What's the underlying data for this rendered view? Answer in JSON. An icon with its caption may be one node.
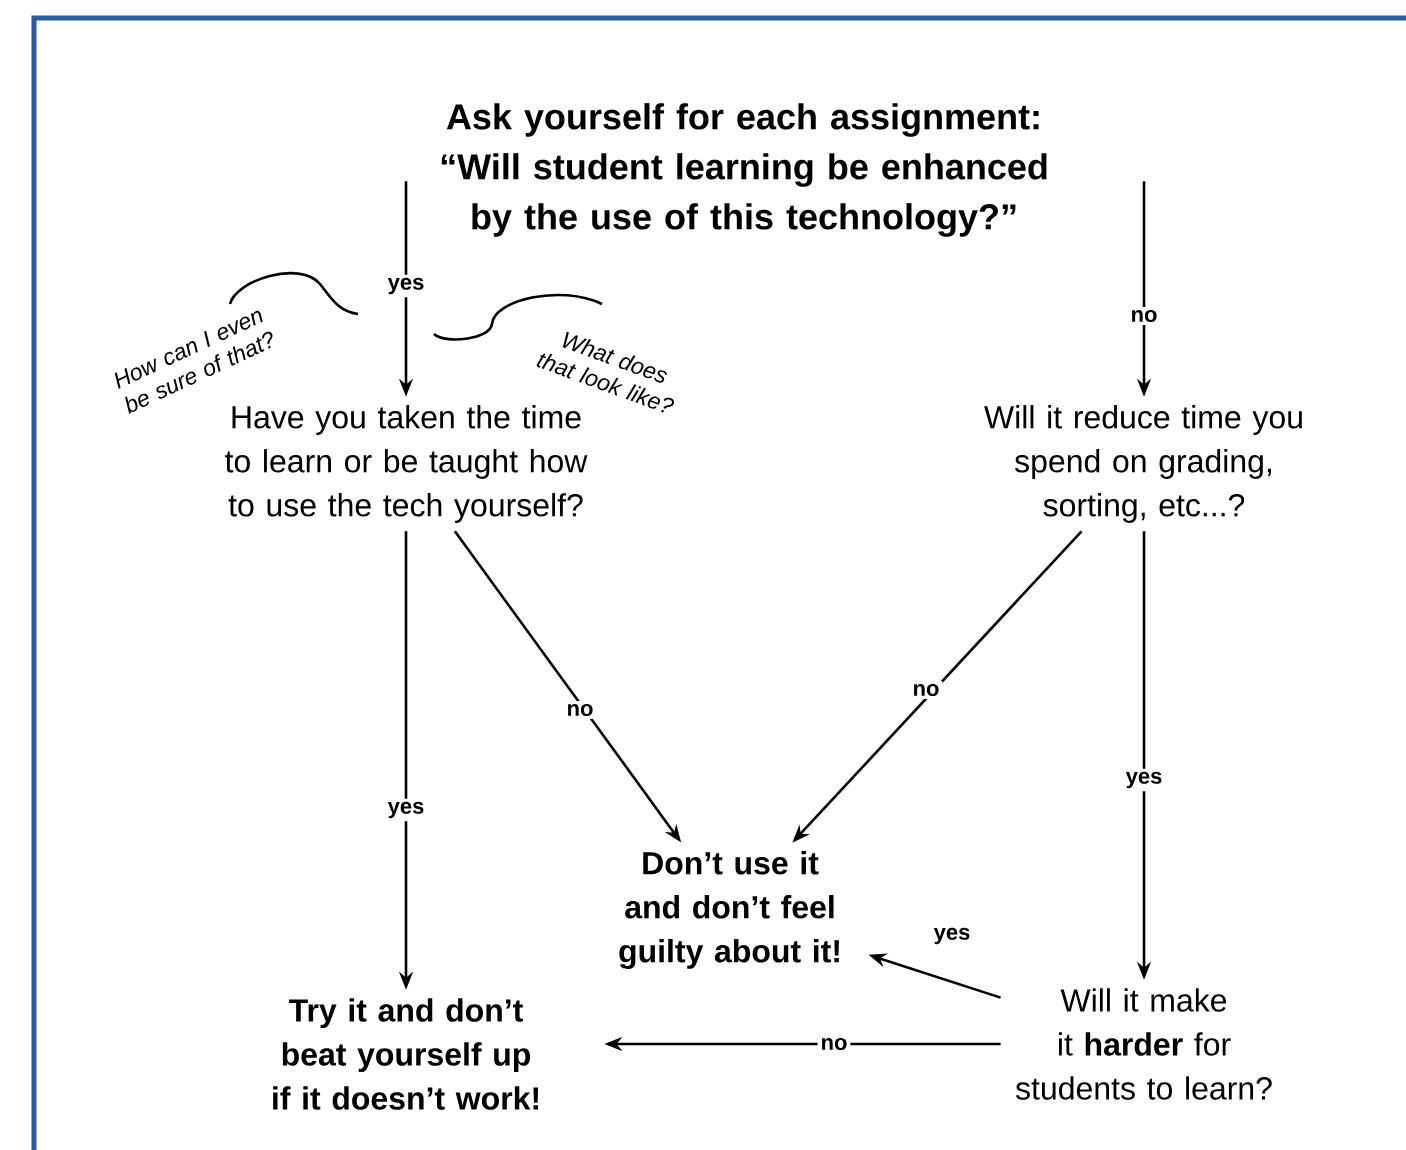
{
  "diagram": {
    "nodes": [
      {
        "text": [
          "Ask yourself for each assignment: “Will student learning be enhanced by the use of this technology?”"
        ]
      },
      {
        "text": [
          "Have you taken the time to learn or be taught how to use the tech yourself?"
        ]
      },
      {
        "text": [
          "Will it reduce time you spend on grading, sorting, etc...?"
        ]
      },
      {
        "text": [
          "Don’t use it and don’t feel guilty about it!"
        ]
      },
      {
        "text": [
          "Try it and don’t beat yourself up if it doesn’t work!"
        ]
      },
      {
        "text": [
          "Will it make it **harder** for students to learn?"
        ]
      }
    ],
    "edges": [
      {
        "from": 0,
        "to": 1,
        "arrow": "to",
        "label": "yes"
      },
      {
        "from": 0,
        "to": 2,
        "arrow": "to",
        "label": "no"
      },
      {
        "from": 1,
        "to": 3,
        "arrow": "to",
        "label": "no"
      },
      {
        "from": 2,
        "to": 3,
        "arrow": "to",
        "label": "no"
      },
      {
        "from": 1,
        "to": 4,
        "arrow": "to",
        "label": "yes"
      },
      {
        "from": 2,
        "to": 5,
        "arrow": "to",
        "label": "yes"
      },
      {
        "from": 5,
        "to": 3,
        "arrow": "to",
        "label": "yes"
      },
      {
        "from": 5,
        "to": 4,
        "arrow": "to",
        "label": "no"
      }
    ],
    "labels": [
      "How can I even be sure of that?",
      "What does that look like?"
    ]
  }
}
